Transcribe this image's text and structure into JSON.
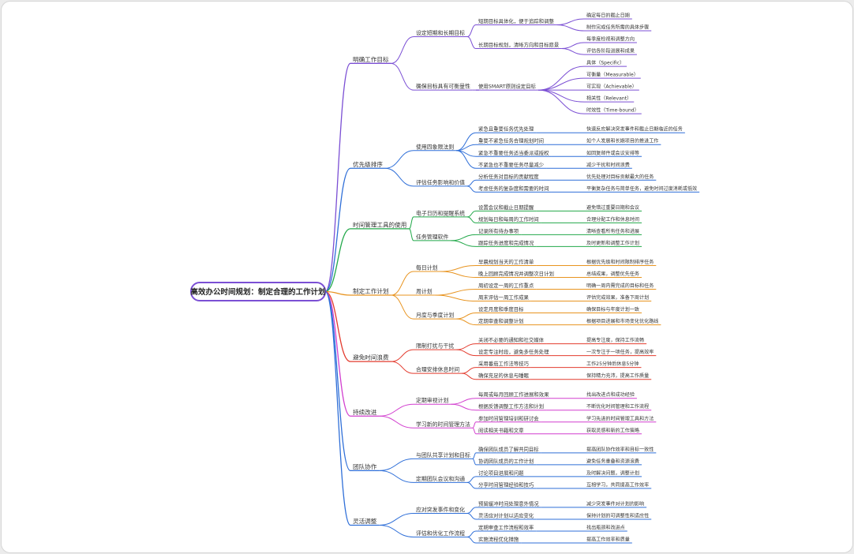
{
  "root": "高效办公时间规划：制定合理的工作计划",
  "colors": [
    "#7b4fd4",
    "#2f6fd8",
    "#22a84a",
    "#e89420",
    "#e33b2e",
    "#d23fcf",
    "#2f6fd8",
    "#2f6fd8"
  ],
  "branches": [
    {
      "label": "明确工作目标",
      "children": [
        {
          "label": "设定短期和长期目标",
          "children": [
            {
              "label": "短期目标具体化，便于追踪和调整",
              "children": [
                {
                  "label": "确定每日的截止日期"
                },
                {
                  "label": "制作完成任务所需的具体步骤"
                }
              ]
            },
            {
              "label": "长期目标规划，清晰方向和目标愿景",
              "children": [
                {
                  "label": "每季度检视和调整方向"
                },
                {
                  "label": "评估各阶段进展和成果"
                }
              ]
            }
          ]
        },
        {
          "label": "确保目标具有可衡量性",
          "children": [
            {
              "label": "使用SMART原则设定目标",
              "children": [
                {
                  "label": "具体（Specific）"
                },
                {
                  "label": "可衡量（Measurable）"
                },
                {
                  "label": "可实现（Achievable）"
                },
                {
                  "label": "相关性（Relevant）"
                },
                {
                  "label": "时效性（Time-bound）"
                }
              ]
            }
          ]
        }
      ]
    },
    {
      "label": "优先级排序",
      "children": [
        {
          "label": "使用四象限法则",
          "children": [
            {
              "label": "紧急且重要任务优先处理",
              "children": [
                {
                  "label": "快速反应解决突发事件和截止日期临近的任务"
                }
              ]
            },
            {
              "label": "重要不紧急任务合理规划时间",
              "children": [
                {
                  "label": "如个人发展和长期项目的推进工作"
                }
              ]
            },
            {
              "label": "紧急不重要任务适当委派或授权",
              "children": [
                {
                  "label": "如回复邮件或会议安排等"
                }
              ]
            },
            {
              "label": "不紧急也不重要任务尽量减少",
              "children": [
                {
                  "label": "减少干扰和时间浪费"
                }
              ]
            }
          ]
        },
        {
          "label": "评估任务影响和价值",
          "children": [
            {
              "label": "分析任务对目标的贡献程度",
              "children": [
                {
                  "label": "优先处理对目标贡献最大的任务"
                }
              ]
            },
            {
              "label": "考虑任务的复杂度和需要的时间",
              "children": [
                {
                  "label": "平衡复杂任务与简单任务，避免时间过度消耗或低效"
                }
              ]
            }
          ]
        }
      ]
    },
    {
      "label": "时间管理工具的使用",
      "children": [
        {
          "label": "电子日历和提醒系统",
          "children": [
            {
              "label": "设置会议和截止日期提醒",
              "children": [
                {
                  "label": "避免错过重要日期和会议"
                }
              ]
            },
            {
              "label": "规划每日和每周的工作时间",
              "children": [
                {
                  "label": "合理分配工作和休息时间"
                }
              ]
            }
          ]
        },
        {
          "label": "任务管理软件",
          "children": [
            {
              "label": "记录所有待办事项",
              "children": [
                {
                  "label": "清晰查看所有任务和进展"
                }
              ]
            },
            {
              "label": "跟踪任务进度和完成情况",
              "children": [
                {
                  "label": "及时更新和调整工作计划"
                }
              ]
            }
          ]
        }
      ]
    },
    {
      "label": "制定工作计划",
      "children": [
        {
          "label": "每日计划",
          "children": [
            {
              "label": "早晨规划当天的工作清单",
              "children": [
                {
                  "label": "根据优先级和时间限制排序任务"
                }
              ]
            },
            {
              "label": "晚上回顾完成情况并调整次日计划",
              "children": [
                {
                  "label": "总结成果，调整优先任务"
                }
              ]
            }
          ]
        },
        {
          "label": "周计划",
          "children": [
            {
              "label": "周初设定一周的工作重点",
              "children": [
                {
                  "label": "明确一周内需完成的目标和任务"
                }
              ]
            },
            {
              "label": "周末评估一周工作成果",
              "children": [
                {
                  "label": "评估完成效果，准备下周计划"
                }
              ]
            }
          ]
        },
        {
          "label": "月度与季度计划",
          "children": [
            {
              "label": "设定月度和季度目标",
              "children": [
                {
                  "label": "确保目标与年度计划一致"
                }
              ]
            },
            {
              "label": "定期审查和调整计划",
              "children": [
                {
                  "label": "根据项目进展和市场变化优化路线"
                }
              ]
            }
          ]
        }
      ]
    },
    {
      "label": "避免时间浪费",
      "children": [
        {
          "label": "限制打扰与干扰",
          "children": [
            {
              "label": "关闭不必要的通知和社交媒体",
              "children": [
                {
                  "label": "提高专注度，保持工作流畅"
                }
              ]
            },
            {
              "label": "设定专注时段，避免多任务处理",
              "children": [
                {
                  "label": "一次专注于一项任务，提高效率"
                }
              ]
            }
          ]
        },
        {
          "label": "合理安排休息时间",
          "children": [
            {
              "label": "采用番茄工作法等技巧",
              "children": [
                {
                  "label": "工作25分钟后休息5分钟"
                }
              ]
            },
            {
              "label": "确保充足的休息与睡眠",
              "children": [
                {
                  "label": "保持精力充沛，提高工作质量"
                }
              ]
            }
          ]
        }
      ]
    },
    {
      "label": "持续改进",
      "children": [
        {
          "label": "定期审视计划",
          "children": [
            {
              "label": "每周或每月回顾工作进展和效果",
              "children": [
                {
                  "label": "找出改进点和成功经验"
                }
              ]
            },
            {
              "label": "根据反馈调整工作方法和计划",
              "children": [
                {
                  "label": "不断优化时间管理和工作流程"
                }
              ]
            }
          ]
        },
        {
          "label": "学习新的时间管理方法",
          "children": [
            {
              "label": "参加时间管理培训和研讨会",
              "children": [
                {
                  "label": "学习先进的时间管理工具和方法"
                }
              ]
            },
            {
              "label": "阅读相关书籍和文章",
              "children": [
                {
                  "label": "获取灵感和新的工作策略"
                }
              ]
            }
          ]
        }
      ]
    },
    {
      "label": "团队协作",
      "children": [
        {
          "label": "与团队共享计划和目标",
          "children": [
            {
              "label": "确保团队成员了解共同目标",
              "children": [
                {
                  "label": "提高团队协作效率和目标一致性"
                }
              ]
            },
            {
              "label": "协调团队成员的工作计划",
              "children": [
                {
                  "label": "避免任务重叠和资源浪费"
                }
              ]
            }
          ]
        },
        {
          "label": "定期团队会议和沟通",
          "children": [
            {
              "label": "讨论项目进展和问题",
              "children": [
                {
                  "label": "及时解决问题，调整计划"
                }
              ]
            },
            {
              "label": "分享时间管理经验和技巧",
              "children": [
                {
                  "label": "互相学习，共同提高工作效率"
                }
              ]
            }
          ]
        }
      ]
    },
    {
      "label": "灵活调整",
      "children": [
        {
          "label": "应对突发事件和变化",
          "children": [
            {
              "label": "预留缓冲时间处理意外情况",
              "children": [
                {
                  "label": "减少突发事件对计划的影响"
                }
              ]
            },
            {
              "label": "灵活应对计划以适应变化",
              "children": [
                {
                  "label": "保持计划的可调整性和适应性"
                }
              ]
            }
          ]
        },
        {
          "label": "评估和优化工作流程",
          "children": [
            {
              "label": "定期审查工作流程和效率",
              "children": [
                {
                  "label": "找出瓶颈和改进点"
                }
              ]
            },
            {
              "label": "实施流程优化措施",
              "children": [
                {
                  "label": "提高工作效率和质量"
                }
              ]
            }
          ]
        }
      ]
    }
  ]
}
